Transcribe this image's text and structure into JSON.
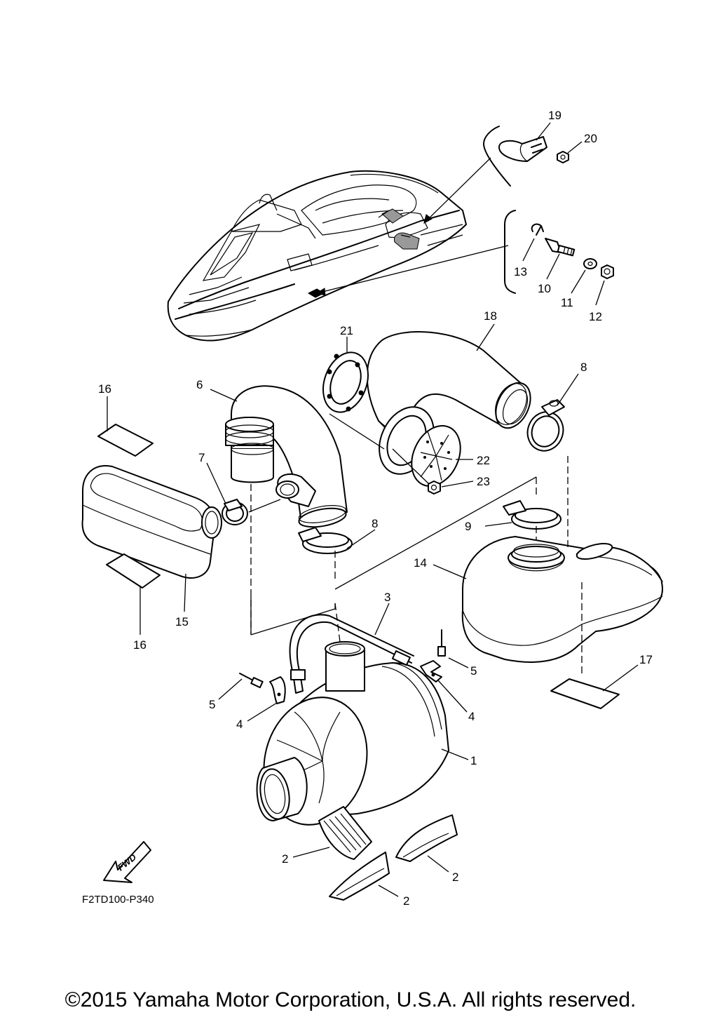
{
  "diagram": {
    "drawing_code": "F2TD100-P340",
    "fwd_label": "FWD",
    "copyright": "©2015 Yamaha Motor Corporation, U.S.A. All rights reserved.",
    "callouts": [
      {
        "id": "c1",
        "label": "1"
      },
      {
        "id": "c2a",
        "label": "2"
      },
      {
        "id": "c2b",
        "label": "2"
      },
      {
        "id": "c2c",
        "label": "2"
      },
      {
        "id": "c3",
        "label": "3"
      },
      {
        "id": "c4a",
        "label": "4"
      },
      {
        "id": "c4b",
        "label": "4"
      },
      {
        "id": "c5a",
        "label": "5"
      },
      {
        "id": "c5b",
        "label": "5"
      },
      {
        "id": "c6",
        "label": "6"
      },
      {
        "id": "c7",
        "label": "7"
      },
      {
        "id": "c8a",
        "label": "8"
      },
      {
        "id": "c8b",
        "label": "8"
      },
      {
        "id": "c9",
        "label": "9"
      },
      {
        "id": "c10",
        "label": "10"
      },
      {
        "id": "c11",
        "label": "11"
      },
      {
        "id": "c12",
        "label": "12"
      },
      {
        "id": "c13",
        "label": "13"
      },
      {
        "id": "c14",
        "label": "14"
      },
      {
        "id": "c15",
        "label": "15"
      },
      {
        "id": "c16a",
        "label": "16"
      },
      {
        "id": "c16b",
        "label": "16"
      },
      {
        "id": "c17",
        "label": "17"
      },
      {
        "id": "c18",
        "label": "18"
      },
      {
        "id": "c19",
        "label": "19"
      },
      {
        "id": "c20",
        "label": "20"
      },
      {
        "id": "c21",
        "label": "21"
      },
      {
        "id": "c22",
        "label": "22"
      },
      {
        "id": "c23",
        "label": "23"
      }
    ]
  }
}
